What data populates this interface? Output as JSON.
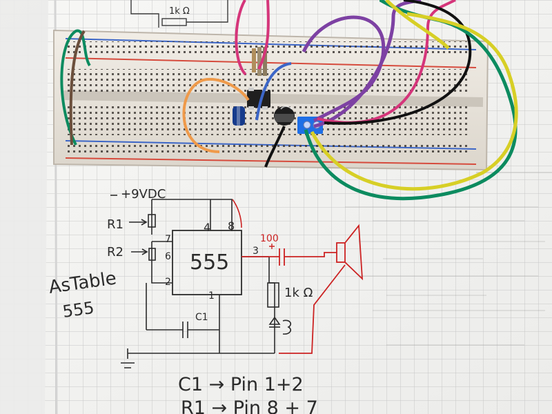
{
  "notes": {
    "supply": "+9VDC",
    "r1": "R1",
    "r2": "R2",
    "chip_name": "555",
    "pin4": "4",
    "pin8": "8",
    "pin7": "7",
    "pin6": "6",
    "pin2": "2",
    "pin3": "3",
    "pin1": "1",
    "c1": "C1",
    "cap_value": "100",
    "resistor_value": "1k Ω",
    "astable_line1": "AsTable",
    "astable_line2": "555",
    "connection_1": "C1 → Pin 1+2",
    "connection_2": "R1 → Pin 8 + 7",
    "top_resistor": "1k Ω"
  },
  "colors": {
    "paper": "#f3f3f1",
    "grid": "#b7b7b7",
    "breadboard": "#e8e3da",
    "rail_red": "#d64b3d",
    "rail_blue": "#3c66c7",
    "wire_green": "#0c8b5f",
    "wire_yellow": "#d7cf26",
    "wire_purple": "#7d41a3",
    "wire_black": "#111111",
    "wire_magenta": "#d5357a",
    "wire_brown": "#6b4f3c",
    "wire_orange": "#ef9a4a",
    "terminal_blue": "#1f6fe6"
  }
}
